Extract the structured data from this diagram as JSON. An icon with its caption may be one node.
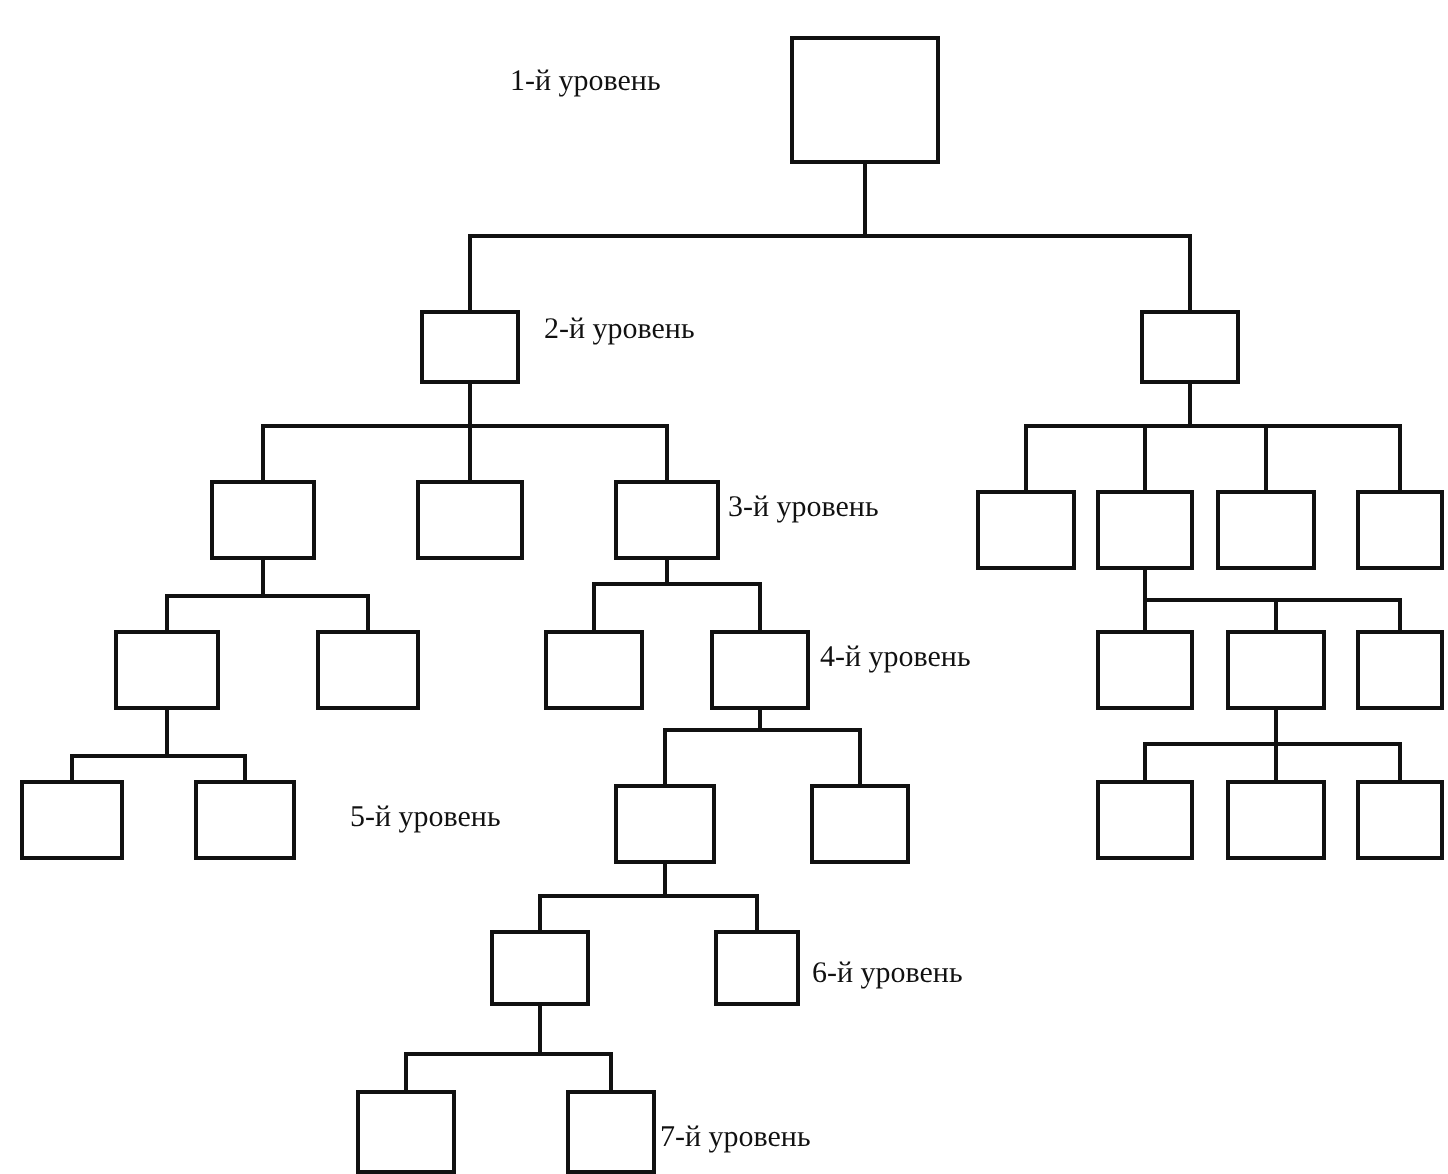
{
  "diagram": {
    "nodes": [
      {
        "text": [],
        "shape": "box"
      },
      {
        "text": [],
        "shape": "box"
      },
      {
        "text": [],
        "shape": "box"
      },
      {
        "text": [],
        "shape": "box"
      },
      {
        "text": [],
        "shape": "box"
      },
      {
        "text": [],
        "shape": "box"
      },
      {
        "text": [],
        "shape": "box"
      },
      {
        "text": [],
        "shape": "box"
      },
      {
        "text": [],
        "shape": "box"
      },
      {
        "text": [],
        "shape": "box"
      },
      {
        "text": [],
        "shape": "box"
      },
      {
        "text": [],
        "shape": "box"
      },
      {
        "text": [],
        "shape": "box"
      },
      {
        "text": [],
        "shape": "box"
      },
      {
        "text": [],
        "shape": "box"
      },
      {
        "text": [],
        "shape": "box"
      },
      {
        "text": [],
        "shape": "box"
      },
      {
        "text": [],
        "shape": "box"
      },
      {
        "text": [],
        "shape": "box"
      },
      {
        "text": [],
        "shape": "box"
      },
      {
        "text": [],
        "shape": "box"
      },
      {
        "text": [],
        "shape": "box"
      },
      {
        "text": [],
        "shape": "box"
      },
      {
        "text": [],
        "shape": "box"
      },
      {
        "text": [],
        "shape": "box"
      },
      {
        "text": [],
        "shape": "box"
      },
      {
        "text": [],
        "shape": "box"
      },
      {
        "text": [],
        "shape": "box"
      }
    ],
    "edges": [
      {
        "from": 0,
        "to": 1,
        "arrow": "none"
      },
      {
        "from": 0,
        "to": 2,
        "arrow": "none"
      },
      {
        "from": 1,
        "to": 3,
        "arrow": "none"
      },
      {
        "from": 1,
        "to": 4,
        "arrow": "none"
      },
      {
        "from": 1,
        "to": 5,
        "arrow": "none"
      },
      {
        "from": 2,
        "to": 6,
        "arrow": "none"
      },
      {
        "from": 2,
        "to": 7,
        "arrow": "none"
      },
      {
        "from": 2,
        "to": 8,
        "arrow": "none"
      },
      {
        "from": 2,
        "to": 9,
        "arrow": "none"
      },
      {
        "from": 3,
        "to": 10,
        "arrow": "none"
      },
      {
        "from": 3,
        "to": 11,
        "arrow": "none"
      },
      {
        "from": 5,
        "to": 12,
        "arrow": "none"
      },
      {
        "from": 5,
        "to": 13,
        "arrow": "none"
      },
      {
        "from": 7,
        "to": 14,
        "arrow": "none"
      },
      {
        "from": 7,
        "to": 15,
        "arrow": "none"
      },
      {
        "from": 7,
        "to": 16,
        "arrow": "none"
      },
      {
        "from": 10,
        "to": 17,
        "arrow": "none"
      },
      {
        "from": 10,
        "to": 18,
        "arrow": "none"
      },
      {
        "from": 13,
        "to": 19,
        "arrow": "none"
      },
      {
        "from": 13,
        "to": 20,
        "arrow": "none"
      },
      {
        "from": 15,
        "to": 21,
        "arrow": "none"
      },
      {
        "from": 15,
        "to": 22,
        "arrow": "none"
      },
      {
        "from": 15,
        "to": 23,
        "arrow": "none"
      },
      {
        "from": 19,
        "to": 24,
        "arrow": "none"
      },
      {
        "from": 19,
        "to": 25,
        "arrow": "none"
      },
      {
        "from": 24,
        "to": 26,
        "arrow": "none"
      },
      {
        "from": 24,
        "to": 27,
        "arrow": "none"
      }
    ],
    "labels": [
      "1-й уровень",
      "2-й уровень",
      "3-й уровень",
      "4-й уровень",
      "5-й уровень",
      "6-й уровень",
      "7-й уровень"
    ]
  }
}
